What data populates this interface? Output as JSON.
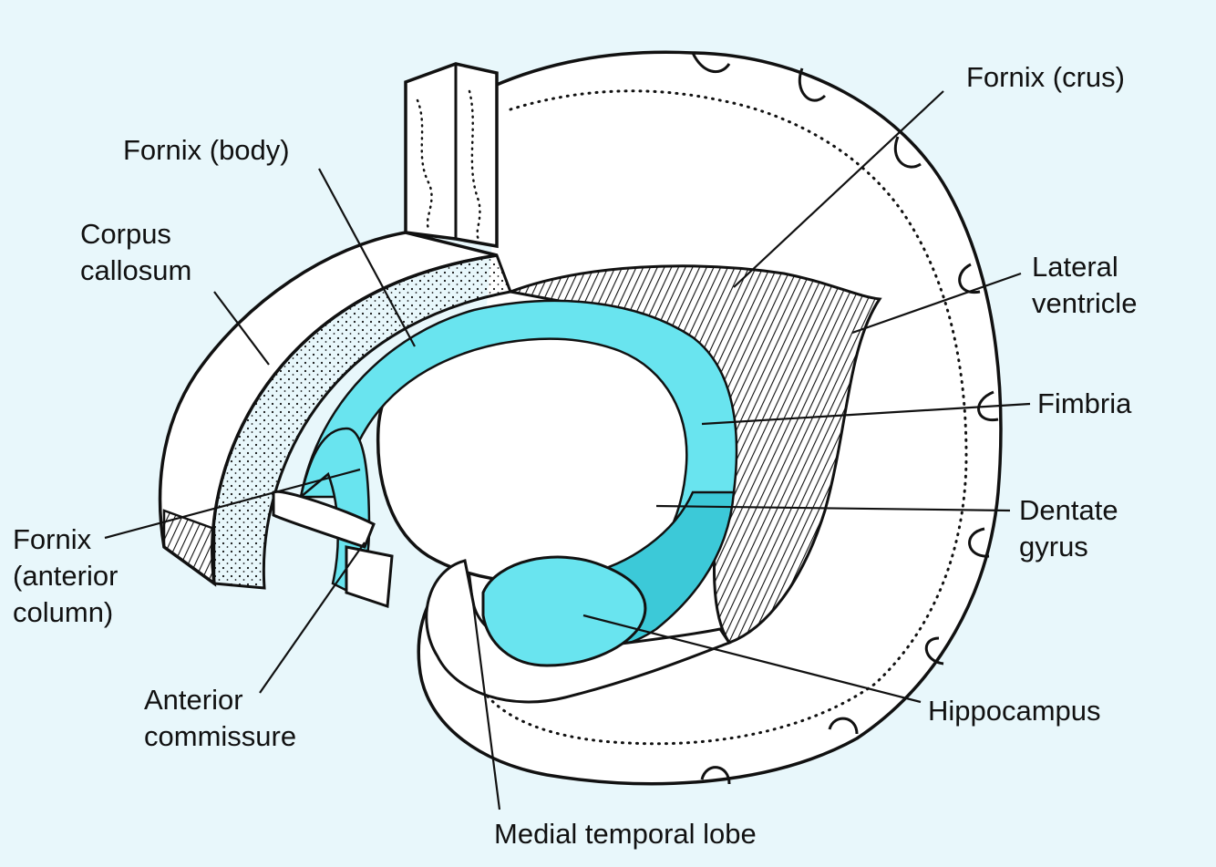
{
  "colors": {
    "background": "#e8f7fb",
    "highlight": "#69e4ef",
    "highlight_dark": "#3cc9d8",
    "ink": "#111111",
    "paper": "#ffffff"
  },
  "labels": {
    "fornix_crus": "Fornix (crus)",
    "fornix_body": "Fornix (body)",
    "corpus_callosum": [
      "Corpus",
      "callosum"
    ],
    "lateral_ventricle": [
      "Lateral",
      "ventricle"
    ],
    "fimbria": "Fimbria",
    "dentate_gyrus": [
      "Dentate",
      "gyrus"
    ],
    "fornix_anterior_column": [
      "Fornix",
      "(anterior",
      "column)"
    ],
    "anterior_commissure": [
      "Anterior",
      "commissure"
    ],
    "hippocampus": "Hippocampus",
    "medial_temporal_lobe": "Medial temporal lobe"
  }
}
